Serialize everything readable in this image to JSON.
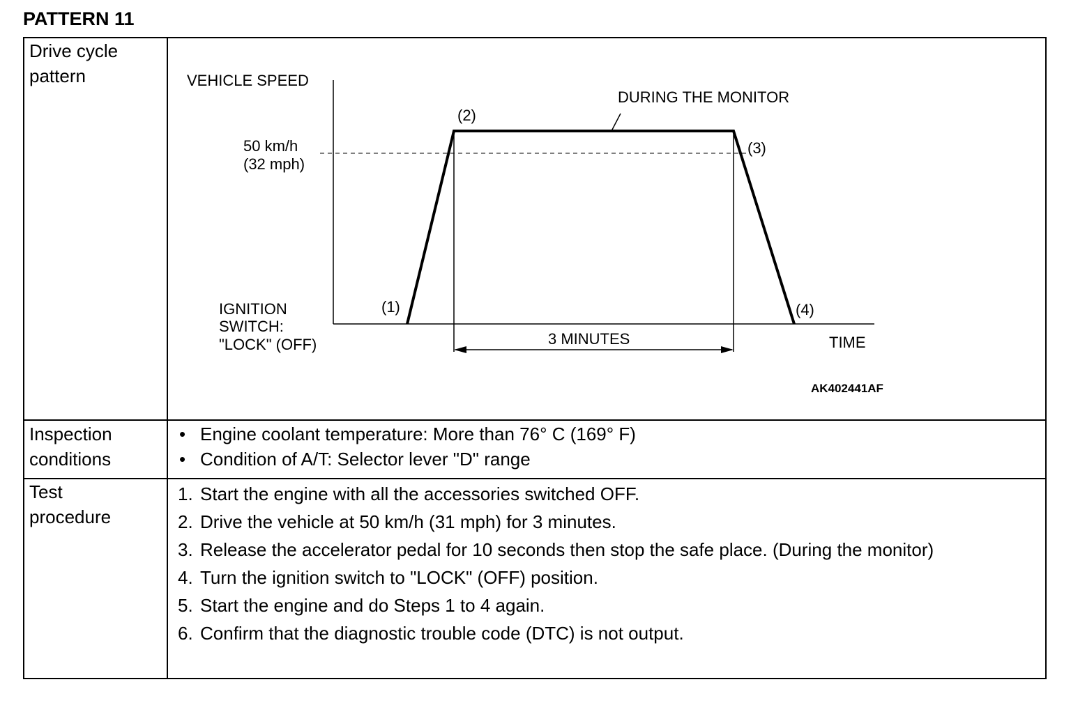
{
  "document": {
    "title": "PATTERN 11"
  },
  "rows": {
    "drive_cycle": {
      "label_line1": "Drive cycle",
      "label_line2": "pattern"
    },
    "inspection": {
      "label_line1": "Inspection",
      "label_line2": "conditions"
    },
    "test": {
      "label_line1": "Test",
      "label_line2": "procedure"
    }
  },
  "diagram": {
    "y_axis_label": "VEHICLE SPEED",
    "x_axis_label": "TIME",
    "speed_label_line1": "50 km/h",
    "speed_label_line2": "(32 mph)",
    "start_label_line1": "IGNITION",
    "start_label_line2": "SWITCH:",
    "start_label_line3": "\"LOCK\" (OFF)",
    "monitor_label": "DURING THE MONITOR",
    "duration_label": "3 MINUTES",
    "point1": "(1)",
    "point2": "(2)",
    "point3": "(3)",
    "point4": "(4)",
    "figure_code": "AK402441AF"
  },
  "inspection_conditions": [
    "Engine coolant temperature: More than 76° C (169° F)",
    "Condition of A/T: Selector lever \"D\" range"
  ],
  "test_steps": [
    {
      "num": "1.",
      "text": "Start the engine with all the accessories switched OFF."
    },
    {
      "num": "2.",
      "text": "Drive the vehicle at 50 km/h (31 mph) for 3 minutes."
    },
    {
      "num": "3.",
      "text": "Release the accelerator pedal for 10 seconds then stop the safe place. (During the monitor)"
    },
    {
      "num": "4.",
      "text": "Turn the ignition switch to \"LOCK\" (OFF) position."
    },
    {
      "num": "5.",
      "text": "Start the engine and do Steps 1 to 4 again."
    },
    {
      "num": "6.",
      "text": "Confirm that the diagnostic trouble code (DTC) is not output."
    }
  ]
}
